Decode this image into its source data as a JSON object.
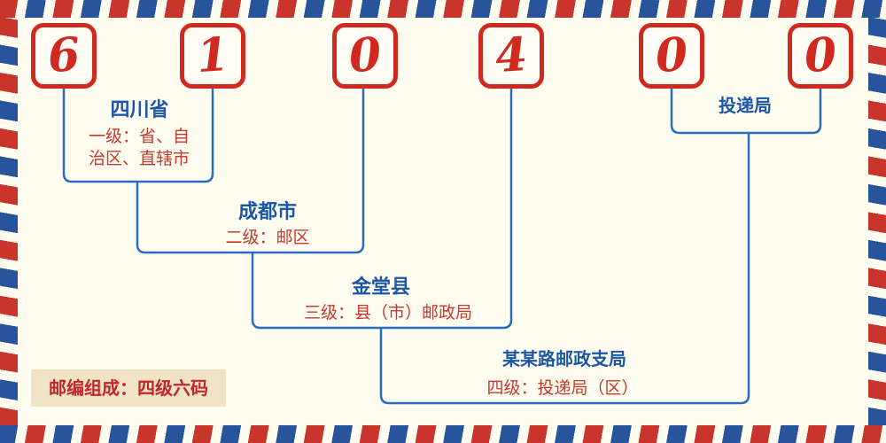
{
  "postal_code": {
    "digits": [
      "6",
      "1",
      "0",
      "4",
      "0",
      "0"
    ]
  },
  "levels": [
    {
      "place": "四川省",
      "desc": "一级：省、自治区、直辖市"
    },
    {
      "place": "成都市",
      "desc": "二级：邮区"
    },
    {
      "place": "金堂县",
      "desc": "三级：县（市）邮政局"
    },
    {
      "place": "某某路邮政支局",
      "desc": "四级：投递局（区）"
    },
    {
      "place": "投递局"
    }
  ],
  "footer": {
    "composition": "邮编组成：四级六码"
  },
  "colors": {
    "digit_red": "#d02a20",
    "line_blue": "#2a6cc0",
    "place_text_blue": "#1c57a5",
    "level_text_red": "#c43a2e",
    "stripe_red": "#c9342c",
    "stripe_blue": "#27549b",
    "background_cream": "#fffdf0",
    "chip_background": "#f1e3c6"
  }
}
